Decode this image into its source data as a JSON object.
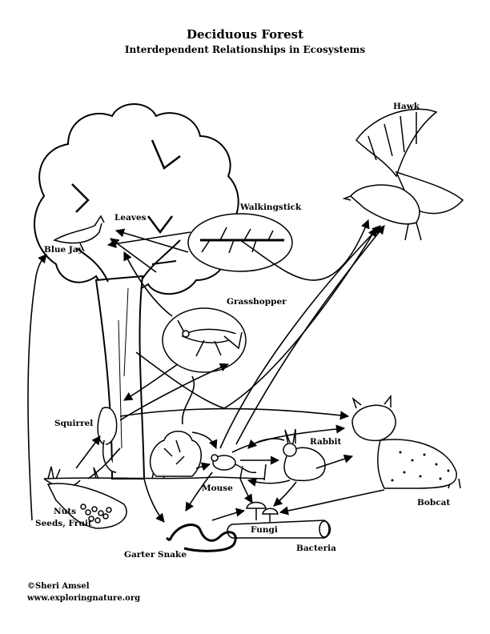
{
  "header": {
    "title": "Deciduous Forest",
    "subtitle": "Interdependent Relationships in Ecosystems"
  },
  "organisms": {
    "hawk": "Hawk",
    "leaves": "Leaves",
    "walkingstick": "Walkingstick",
    "blue_jay": "Blue Jay",
    "grasshopper": "Grasshopper",
    "squirrel": "Squirrel",
    "rabbit": "Rabbit",
    "mouse": "Mouse",
    "bobcat": "Bobcat",
    "nuts_line1": "Nuts",
    "nuts_line2": "Seeds, Fruit",
    "fungi": "Fungi",
    "bacteria": "Bacteria",
    "garter_snake": "Garter Snake"
  },
  "footer": {
    "copyright": "©Sheri Amsel",
    "website": "www.exploringnature.org"
  }
}
